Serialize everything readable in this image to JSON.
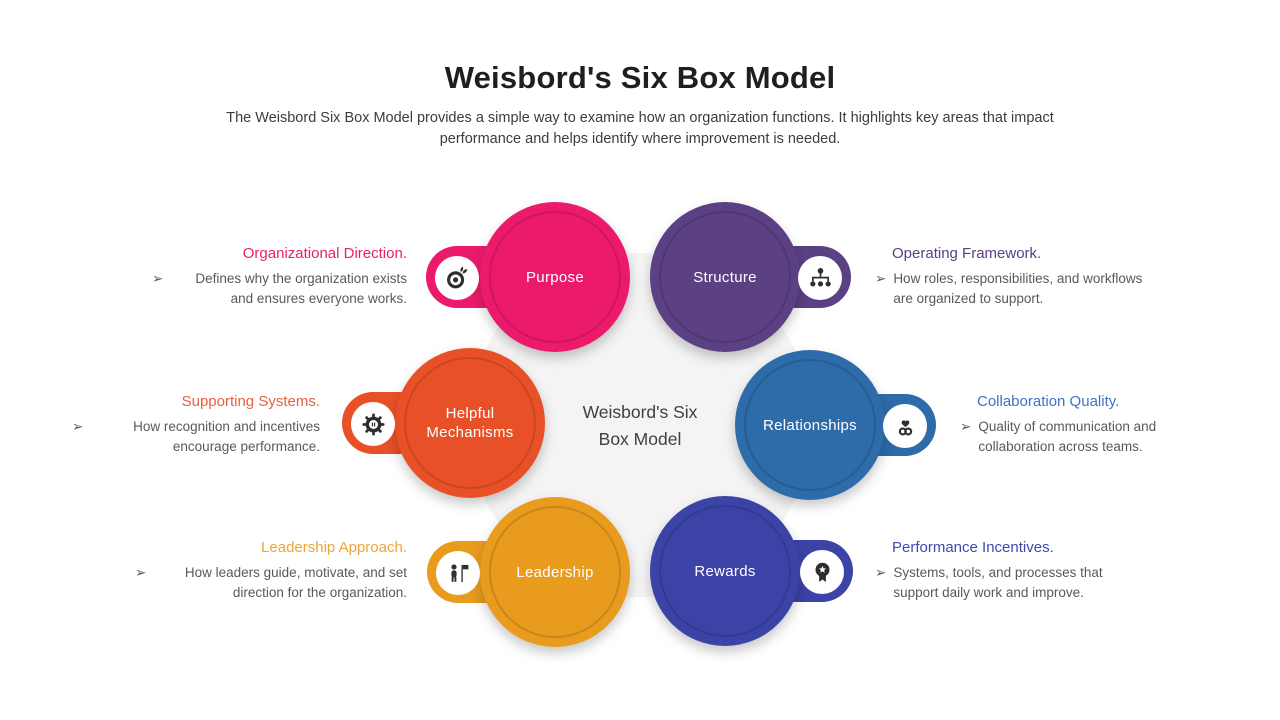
{
  "header": {
    "title": "Weisbord's Six Box Model",
    "subtitle": "The Weisbord Six Box Model provides a simple way to examine how an organization functions. It highlights key areas that impact performance and helps identify where improvement is needed."
  },
  "center": {
    "line1": "Weisbord's Six",
    "line2": "Box Model"
  },
  "bullet_glyph": "➢",
  "colors": {
    "background_core": "#f4f4f5",
    "icon_ink": "#2e2e2e",
    "body_text": "#595959"
  },
  "nodes": [
    {
      "label": "Purpose",
      "side": "left",
      "color": "#ec1a6b",
      "heading": "Organizational Direction.",
      "heading_color": "#ec1e6c",
      "bullet": "Defines why the organization exists and ensures everyone works.",
      "icon": "target-icon"
    },
    {
      "label": "Structure",
      "side": "right",
      "color": "#5b4084",
      "heading": "Operating Framework.",
      "heading_color": "#5b4084",
      "bullet": "How roles, responsibilities, and workflows are organized to support.",
      "icon": "hierarchy-icon"
    },
    {
      "label": "Helpful Mechanisms",
      "side": "left",
      "color": "#e85127",
      "heading": "Supporting Systems.",
      "heading_color": "#e8603b",
      "bullet": "How recognition and incentives encourage performance.",
      "icon": "gear-icon"
    },
    {
      "label": "Relationships",
      "side": "right",
      "color": "#2e6ba9",
      "heading": "Collaboration Quality.",
      "heading_color": "#3d72c4",
      "bullet": "Quality of communication and collaboration across teams.",
      "icon": "heart-links-icon"
    },
    {
      "label": "Leadership",
      "side": "left",
      "color": "#e89b1d",
      "heading": "Leadership Approach.",
      "heading_color": "#f0a437",
      "bullet": "How leaders guide, motivate, and set direction for the organization.",
      "icon": "leader-flag-icon"
    },
    {
      "label": "Rewards",
      "side": "right",
      "color": "#3b43a7",
      "heading": "Performance Incentives.",
      "heading_color": "#3e49ae",
      "bullet": "Systems, tools, and processes that support daily work and improve.",
      "icon": "award-icon"
    }
  ]
}
